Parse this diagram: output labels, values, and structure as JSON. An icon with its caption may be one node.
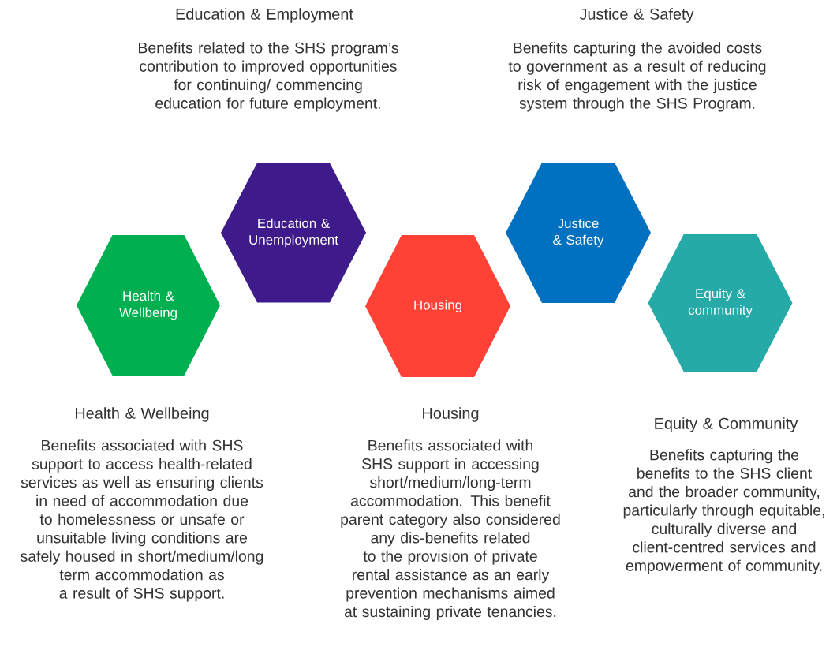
{
  "diagram": {
    "nodes": [
      {
        "text": [
          "Health & Wellbeing"
        ]
      },
      {
        "text": [
          "Education & Unemployment"
        ]
      },
      {
        "text": [
          "Housing"
        ]
      },
      {
        "text": [
          "Justice & Safety"
        ]
      },
      {
        "text": [
          "Equity & community"
        ]
      }
    ],
    "labels": [
      "Education & Employment",
      "Benefits related to the SHS program’s contribution to improved opportunities for continuing/ commencing education for future employment.",
      "Justice & Safety",
      "Benefits capturing the avoided costs to government as a result of reducing risk of engagement with the justice system through the SHS Program.",
      "Health & Wellbeing",
      "Benefits associated with SHS support to access health-related services as well as ensuring clients in need of accommodation due to homelessness or unsafe or unsuitable living conditions are safely housed in short/medium/long term accommodation as a result of SHS support.",
      "Housing",
      "Benefits associated with SHS support in accessing short/medium/long-term accommodation. This benefit parent category also considered any dis-benefits related to the provision of private rental assistance as an early prevention mechanisms aimed at sustaining private tenancies.",
      "Equity & Community",
      "Benefits capturing the benefits to the SHS client and the broader community, particularly through equitable, culturally diverse and client-centred services and empowerment of community."
    ]
  }
}
